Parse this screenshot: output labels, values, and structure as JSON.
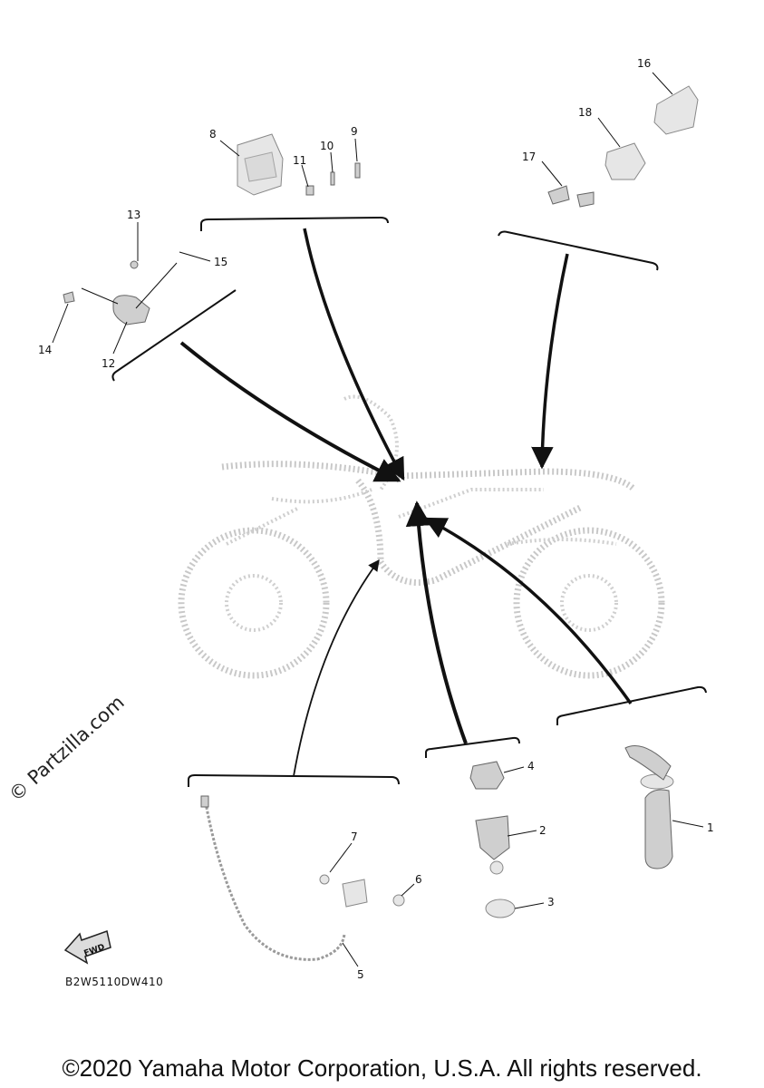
{
  "diagram": {
    "callouts": [
      {
        "id": "c1",
        "text": "1"
      },
      {
        "id": "c2",
        "text": "2"
      },
      {
        "id": "c3",
        "text": "3"
      },
      {
        "id": "c4",
        "text": "4"
      },
      {
        "id": "c5",
        "text": "5"
      },
      {
        "id": "c6",
        "text": "6"
      },
      {
        "id": "c7",
        "text": "7"
      },
      {
        "id": "c8",
        "text": "8"
      },
      {
        "id": "c9",
        "text": "9"
      },
      {
        "id": "c10",
        "text": "10"
      },
      {
        "id": "c11",
        "text": "11"
      },
      {
        "id": "c12",
        "text": "12"
      },
      {
        "id": "c13",
        "text": "13"
      },
      {
        "id": "c14",
        "text": "14"
      },
      {
        "id": "c15",
        "text": "15"
      },
      {
        "id": "c16",
        "text": "16"
      },
      {
        "id": "c17",
        "text": "17"
      },
      {
        "id": "c18",
        "text": "18"
      }
    ],
    "fwd_label": "FWD",
    "diagram_code": "B2W5110DW410",
    "watermark": "© Partzilla.com"
  },
  "footer": {
    "copyright": "©2020 Yamaha Motor Corporation, U.S.A. All rights reserved."
  }
}
